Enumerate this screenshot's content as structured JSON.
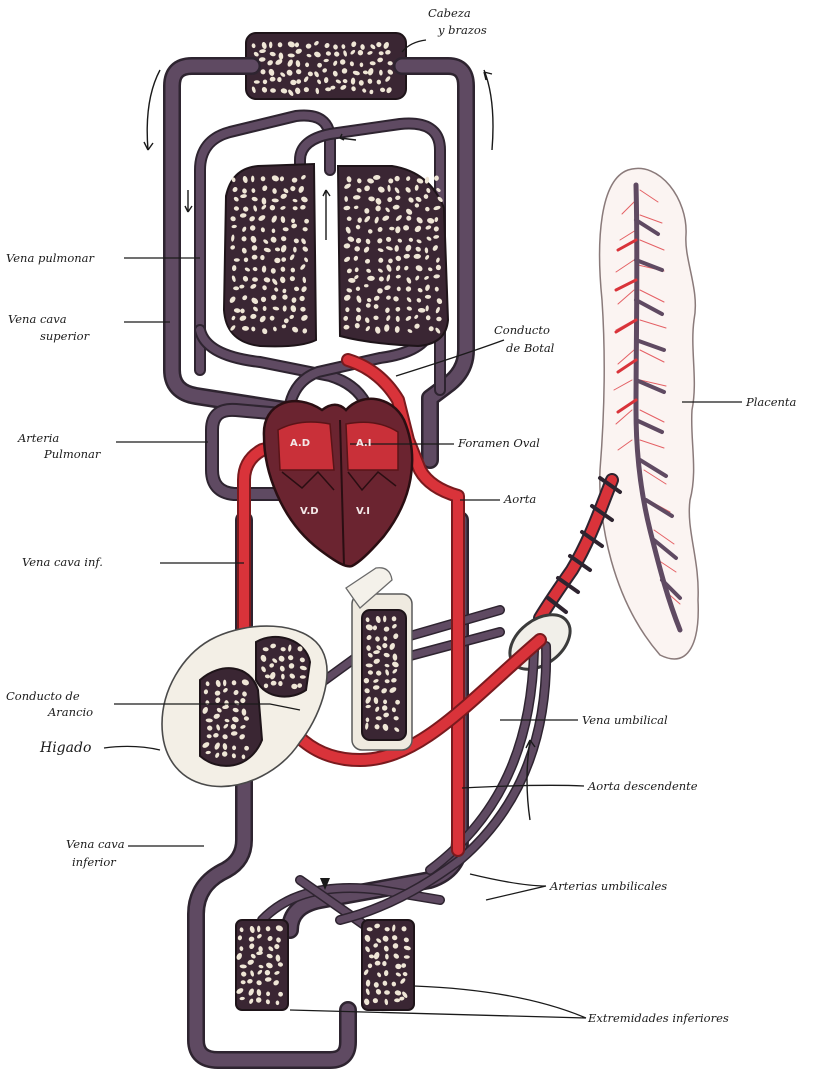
{
  "labels": {
    "head": [
      "Cabeza",
      "y brazos"
    ],
    "pulmonary_vein": "Vena pulmonar",
    "superior_vena_cava": [
      "Vena cava",
      "superior"
    ],
    "ductus_botalli": [
      "Conducto",
      "de Botal"
    ],
    "placenta": "Placenta",
    "pulmonary_artery": [
      "Arteria",
      "Pulmonar"
    ],
    "foramen_ovale": "Foramen Oval",
    "aorta": "Aorta",
    "inferior_vena_cava_short": "Vena cava inf.",
    "ductus_arantii": [
      "Conducto de",
      "Arancio"
    ],
    "umbilical_vein": "Vena umbilical",
    "liver": "Higado",
    "descending_aorta": "Aorta descendente",
    "inferior_vena_cava": [
      "Vena cava",
      "inferior"
    ],
    "umbilical_arteries": "Arterias umbilicales",
    "lower_limbs": "Extremidades inferiores"
  },
  "heart": {
    "right_atrium": "A.D",
    "left_atrium": "A.I",
    "right_ventricle": "V.D",
    "left_ventricle": "V.I"
  },
  "colors": {
    "venous": "#5f4a62",
    "arterial": "#d9333a",
    "heart": "#6b2430",
    "capillary_net": "#3a2633",
    "placenta_vessels": "#e0474c"
  }
}
